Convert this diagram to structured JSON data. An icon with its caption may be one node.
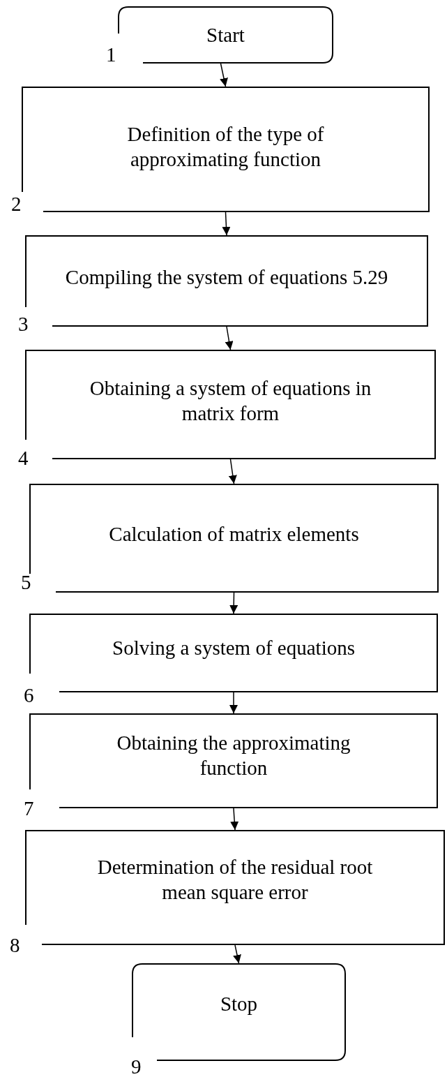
{
  "diagram": {
    "nodes": [
      {
        "text": [
          "Start"
        ],
        "beside": [
          "1"
        ]
      },
      {
        "text": [
          "Definition of the type of approximating function"
        ],
        "beside": [
          "2"
        ]
      },
      {
        "text": [
          "Compiling the system of equations 5.29"
        ],
        "beside": [
          "3"
        ]
      },
      {
        "text": [
          "Obtaining a system of equations in matrix form"
        ],
        "beside": [
          "4"
        ]
      },
      {
        "text": [
          "Calculation of matrix elements"
        ],
        "beside": [
          "5"
        ]
      },
      {
        "text": [
          "Solving a system of equations"
        ],
        "beside": [
          "6"
        ]
      },
      {
        "text": [
          "Obtaining the approximating function"
        ],
        "beside": [
          "7"
        ]
      },
      {
        "text": [
          "Determination of the residual root mean square error"
        ],
        "beside": [
          "8"
        ]
      },
      {
        "text": [
          "Stop"
        ],
        "beside": [
          "9"
        ]
      }
    ],
    "edges": [
      {
        "from": 0,
        "to": 1,
        "arrow": "to"
      },
      {
        "from": 1,
        "to": 2,
        "arrow": "to"
      },
      {
        "from": 2,
        "to": 3,
        "arrow": "to"
      },
      {
        "from": 3,
        "to": 4,
        "arrow": "to"
      },
      {
        "from": 4,
        "to": 5,
        "arrow": "to"
      },
      {
        "from": 5,
        "to": 6,
        "arrow": "to"
      },
      {
        "from": 6,
        "to": 7,
        "arrow": "to"
      },
      {
        "from": 7,
        "to": 8,
        "arrow": "to"
      }
    ]
  }
}
